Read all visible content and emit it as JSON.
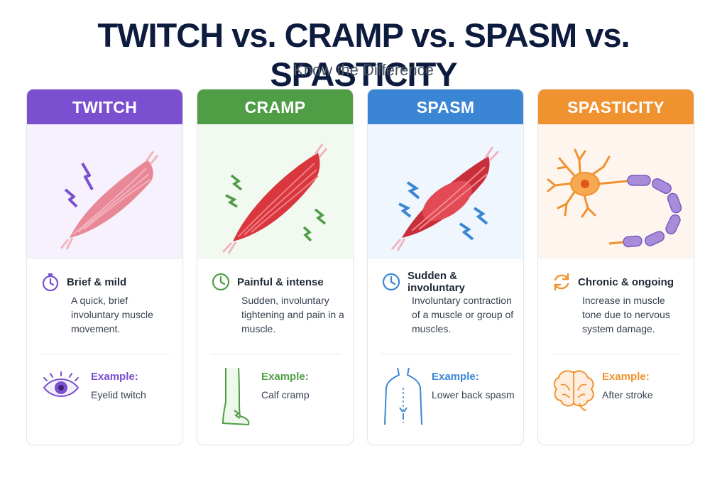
{
  "title": "TWITCH vs. CRAMP vs. SPASM vs. SPASTICITY",
  "subtitle": "Know the Difference",
  "cards": [
    {
      "header": "TWITCH",
      "color": "#7a4fd0",
      "tint": "#f6f1fd",
      "icon": "stopwatch-icon",
      "heading": "Brief & mild",
      "description": "A quick, brief involuntary muscle movement.",
      "example_label": "Example:",
      "example_value": "Eyelid twitch",
      "example_icon": "eye-icon"
    },
    {
      "header": "CRAMP",
      "color": "#4f9d45",
      "tint": "#f2f9f0",
      "icon": "clock-icon",
      "heading": "Painful & intense",
      "description": "Sudden, involuntary tightening and pain in a muscle.",
      "example_label": "Example:",
      "example_value": "Calf cramp",
      "example_icon": "leg-icon"
    },
    {
      "header": "SPASM",
      "color": "#3a86d4",
      "tint": "#eff6fd",
      "icon": "clock-icon",
      "heading": "Sudden & involuntary",
      "description": "Involuntary contraction of a muscle or group of muscles.",
      "example_label": "Example:",
      "example_value": "Lower back spasm",
      "example_icon": "back-icon"
    },
    {
      "header": "SPASTICITY",
      "color": "#f0922f",
      "tint": "#fef6ee",
      "icon": "cycle-arrows-icon",
      "heading": "Chronic & ongoing",
      "description": "Increase in muscle tone due to nervous system damage.",
      "example_label": "Example:",
      "example_value": "After stroke",
      "example_icon": "brain-icon"
    }
  ]
}
